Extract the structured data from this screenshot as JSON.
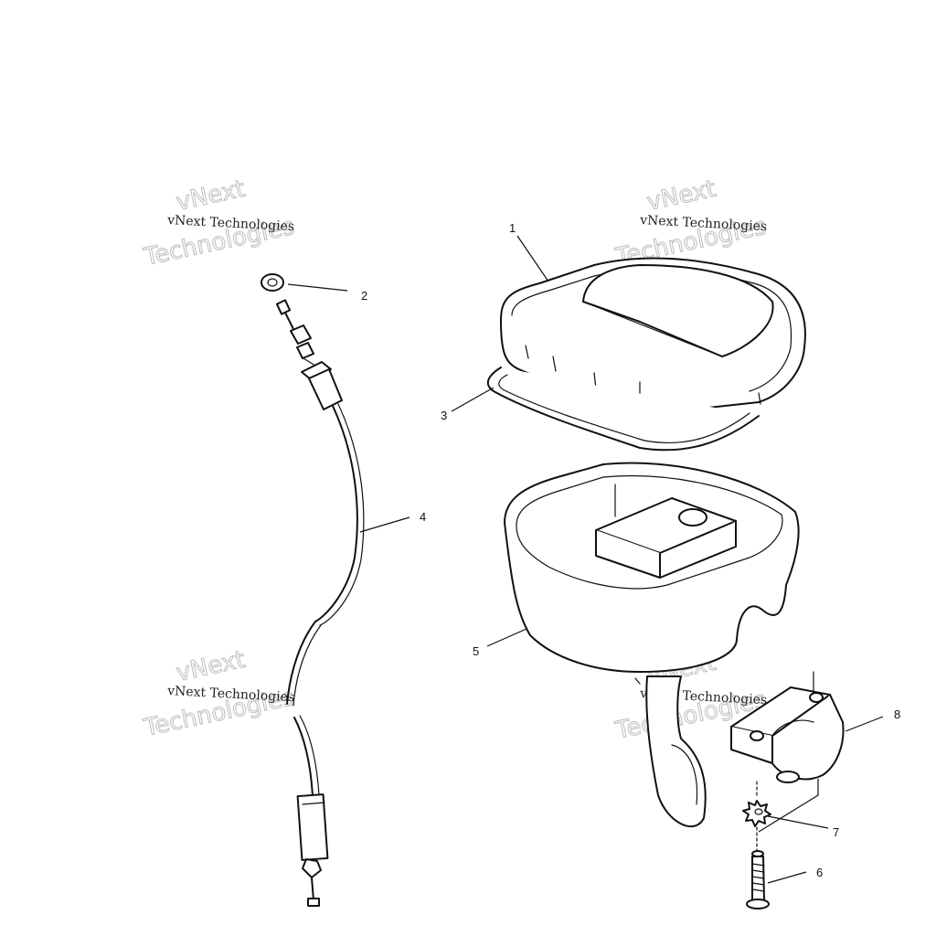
{
  "watermark": {
    "line1": "vNext Technologies",
    "line2": "vNext",
    "line3": "Technologies"
  },
  "callouts": [
    "1",
    "2",
    "3",
    "4",
    "5",
    "6",
    "7",
    "8"
  ]
}
